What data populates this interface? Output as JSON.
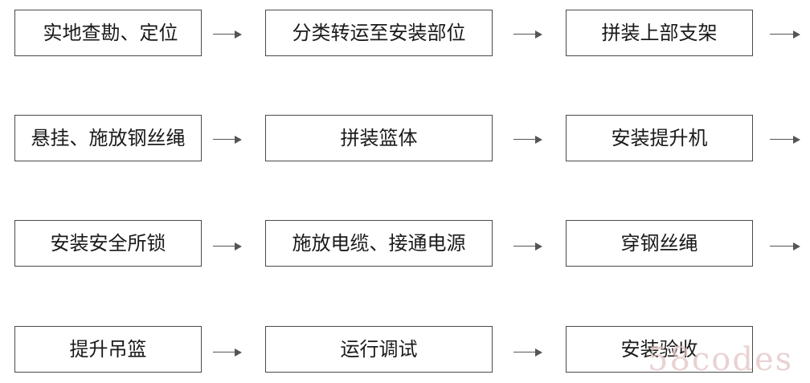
{
  "rows": [
    {
      "steps": [
        "实地查勘、定位",
        "分类转运至安装部位",
        "拼装上部支架"
      ]
    },
    {
      "steps": [
        "悬挂、施放钢丝绳",
        "拼装篮体",
        "安装提升机"
      ]
    },
    {
      "steps": [
        "安装安全所锁",
        "施放电缆、接通电源",
        "穿钢丝绳"
      ]
    },
    {
      "steps": [
        "提升吊篮",
        "运行调试",
        "安装验收"
      ]
    }
  ],
  "watermark": "58codes",
  "colors": {
    "box_border": "#4a4a4a",
    "arrow": "#555555",
    "text": "#1a1a1a",
    "watermark": "#e2c4c4"
  }
}
